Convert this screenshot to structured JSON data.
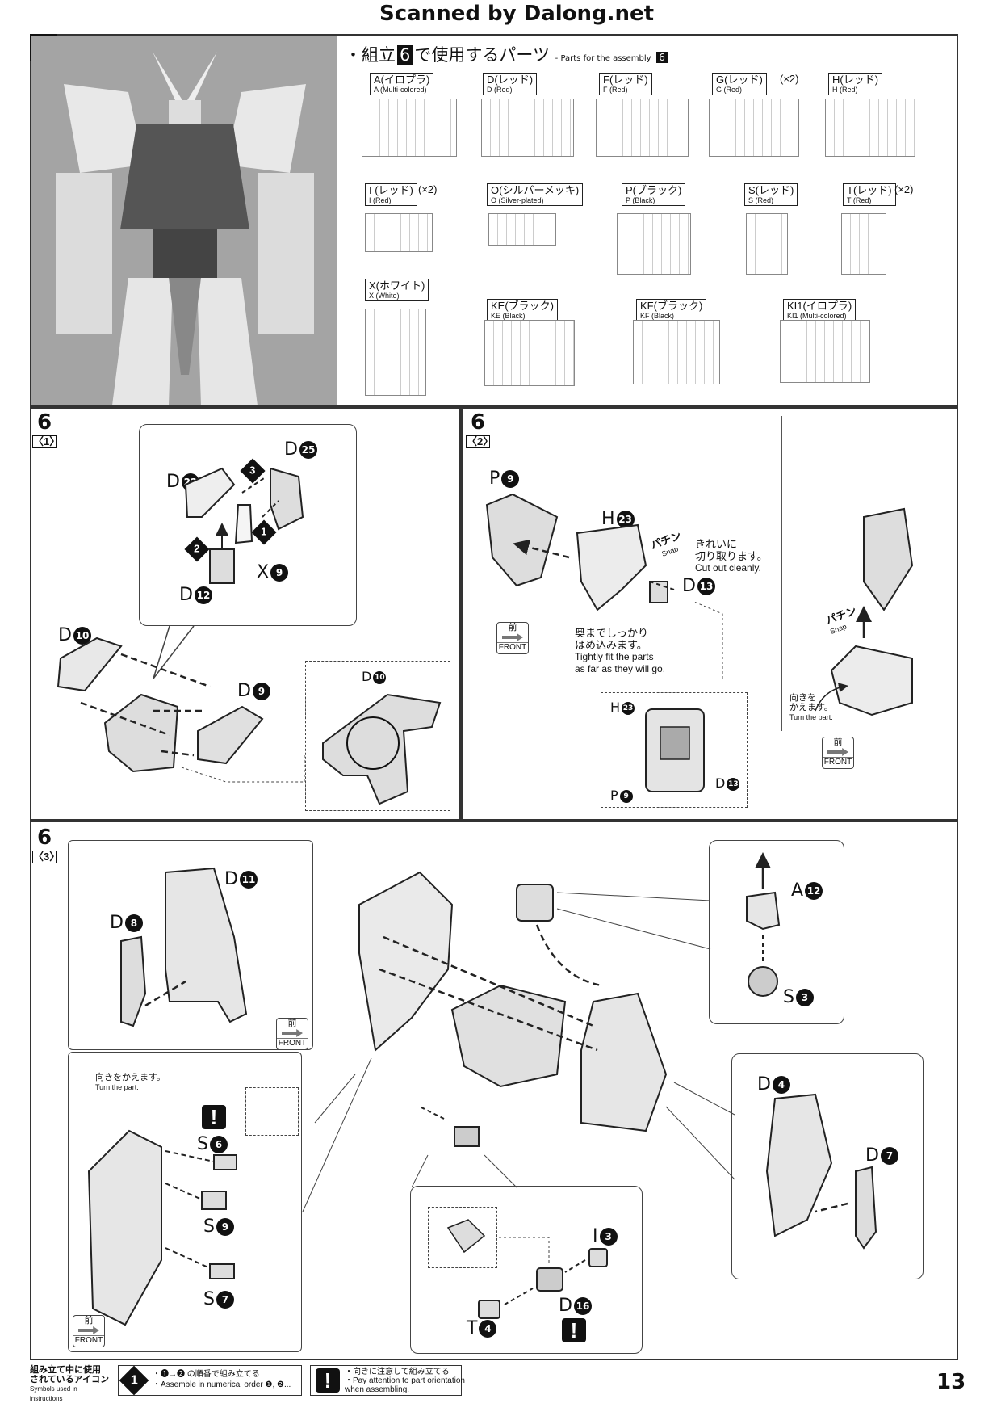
{
  "header": {
    "scan_credit": "Scanned by Dalong.net"
  },
  "section_top": {
    "badge": "6",
    "parts_title_jp": "組立",
    "parts_title_num": "6",
    "parts_title_jp2": "で使用するパーツ",
    "parts_title_en": "- Parts for the assembly",
    "parts_title_en_num": "6",
    "runners": [
      {
        "jp": "A(イロプラ)",
        "en": "A (Multi-colored)",
        "qty": ""
      },
      {
        "jp": "D(レッド)",
        "en": "D (Red)",
        "qty": ""
      },
      {
        "jp": "F(レッド)",
        "en": "F (Red)",
        "qty": ""
      },
      {
        "jp": "G(レッド)",
        "en": "G (Red)",
        "qty": "(×2)"
      },
      {
        "jp": "H(レッド)",
        "en": "H (Red)",
        "qty": ""
      },
      {
        "jp": "I (レッド)",
        "en": "I (Red)",
        "qty": "(×2)"
      },
      {
        "jp": "O(シルバーメッキ)",
        "en": "O (Silver-plated)",
        "qty": ""
      },
      {
        "jp": "P(ブラック)",
        "en": "P (Black)",
        "qty": ""
      },
      {
        "jp": "S(レッド)",
        "en": "S (Red)",
        "qty": ""
      },
      {
        "jp": "T(レッド)",
        "en": "T (Red)",
        "qty": "(×2)"
      },
      {
        "jp": "X(ホワイト)",
        "en": "X (White)",
        "qty": ""
      },
      {
        "jp": "KE(ブラック)",
        "en": "KE (Black)",
        "qty": ""
      },
      {
        "jp": "KF(ブラック)",
        "en": "KF (Black)",
        "qty": ""
      },
      {
        "jp": "KI1(イロプラ)",
        "en": "KI1 (Multi-colored)",
        "qty": ""
      }
    ]
  },
  "step1": {
    "badge": "6",
    "sub": "〈1〉",
    "labels": {
      "d25": "D",
      "d25n": "25",
      "d22": "D",
      "d22n": "22",
      "x9": "X",
      "x9n": "9",
      "d12": "D",
      "d12n": "12",
      "d10": "D",
      "d10n": "10",
      "d9": "D",
      "d9n": "9",
      "d10b": "D",
      "d10bn": "10"
    },
    "steps": [
      "1",
      "2",
      "3"
    ]
  },
  "step2": {
    "badge": "6",
    "sub": "〈2〉",
    "labels": {
      "p9": "P",
      "p9n": "9",
      "h23": "H",
      "h23n": "23",
      "d13": "D",
      "d13n": "13",
      "h23b": "H",
      "h23bn": "23",
      "p9b": "P",
      "p9bn": "9",
      "d13b": "D",
      "d13bn": "13"
    },
    "snap_jp": "パチン",
    "snap_en": "Snap",
    "cut_jp1": "きれいに",
    "cut_jp2": "切り取ります。",
    "cut_en": "Cut out cleanly.",
    "fit_jp1": "奥までしっかり",
    "fit_jp2": "はめ込みます。",
    "fit_en1": "Tightly fit the parts",
    "fit_en2": "as far as they will go.",
    "turn_jp1": "向きを",
    "turn_jp2": "かえます。",
    "turn_en": "Turn the part."
  },
  "step3": {
    "badge": "6",
    "sub": "〈3〉",
    "labels": {
      "d11": "D",
      "d11n": "11",
      "d8": "D",
      "d8n": "8",
      "a12": "A",
      "a12n": "12",
      "s3": "S",
      "s3n": "3",
      "d4": "D",
      "d4n": "4",
      "d7": "D",
      "d7n": "7",
      "s6": "S",
      "s6n": "6",
      "s9": "S",
      "s9n": "9",
      "s7": "S",
      "s7n": "7",
      "i3": "I",
      "i3n": "3",
      "d16": "D",
      "d16n": "16",
      "t4": "T",
      "t4n": "4"
    },
    "turn_jp": "向きをかえます。",
    "turn_en": "Turn the part."
  },
  "front_icon": {
    "jp": "前",
    "en": "FRONT"
  },
  "footer": {
    "legend_jp1": "組み立て中に使用",
    "legend_jp2": "されているアイコン",
    "legend_en": "Symbols used in instructions",
    "icon1": "1",
    "icon1_jp": "・❶→❷ の順番で組み立てる",
    "icon1_en": "・Assemble in numerical order ❶, ❷...",
    "icon2": "!",
    "icon2_jp": "・向きに注意して組み立てる",
    "icon2_en1": "・Pay attention to part orientation",
    "icon2_en2": "when assembling.",
    "page_number": "13"
  }
}
